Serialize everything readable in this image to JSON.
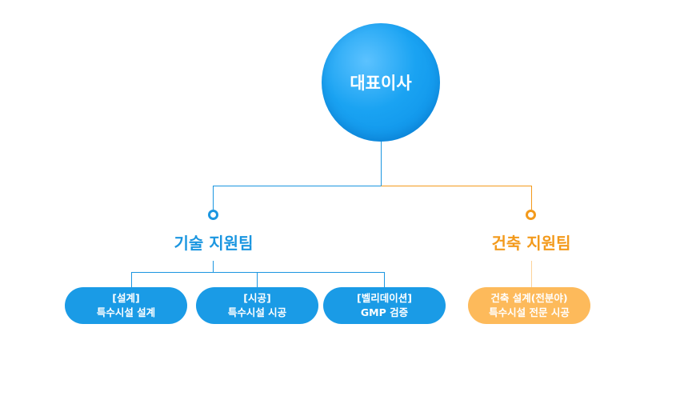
{
  "ceo": {
    "label": "대표이사"
  },
  "teams": [
    {
      "name": "기술 지원팀",
      "roles": [
        {
          "line1": "[설계]",
          "line2": "특수시설 설계"
        },
        {
          "line1": "[시공]",
          "line2": "특수시설 시공"
        },
        {
          "line1": "[벨리데이션]",
          "line2": "GMP 검증"
        }
      ]
    },
    {
      "name": "건축 지원팀",
      "roles": [
        {
          "line1": "건축 설계(전분야)",
          "line2": "특수시설 전문 시공"
        }
      ]
    }
  ],
  "colors": {
    "blue": "#1b96e0",
    "orange": "#f39a1c",
    "orange_light": "#fdba5b"
  }
}
